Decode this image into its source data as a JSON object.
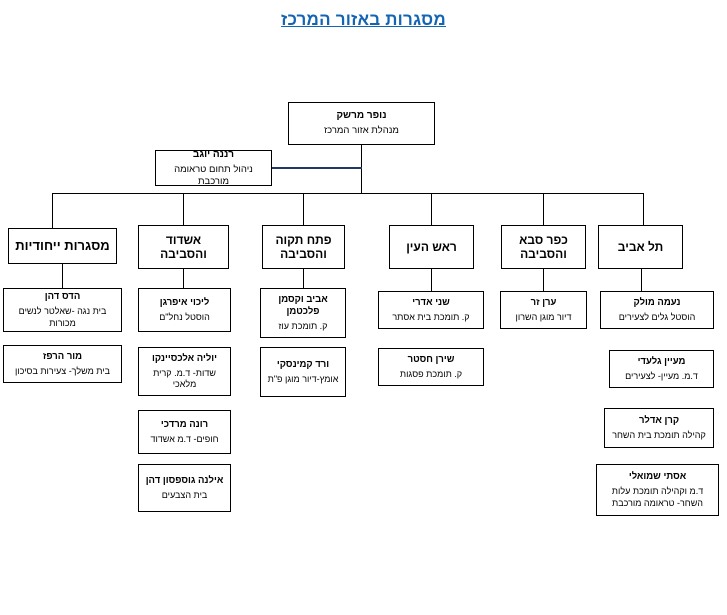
{
  "title": "מסגרות באזור המרכז",
  "accent_color": "#1464b4",
  "line_color": "#000000",
  "connector_accent_color": "#1f3864",
  "root": {
    "name": "נופר מרשק",
    "role": "מנהלת אזור המרכז"
  },
  "staff": {
    "name": "רננה יוגב",
    "role": "ניהול תחום טראומה מורכבת"
  },
  "departments": [
    {
      "id": "special",
      "label": "מסגרות ייחודיות",
      "children": [
        {
          "name": "הדס דהן",
          "role": "בית נגה -שאלטר לנשים מכורות"
        },
        {
          "name": "מור הרפז",
          "role": "בית משלך- צעירות בסיכון"
        }
      ]
    },
    {
      "id": "ashdod",
      "label": "אשדוד והסביבה",
      "children": [
        {
          "name": "ליכוי איפרגן",
          "role": "הוסטל נחל\"ם"
        },
        {
          "name": "יוליה אלכסיינקו",
          "role": "שדות- ד.מ. קרית מלאכי"
        },
        {
          "name": "רונה מרדכי",
          "role": "חופים- ד.מ אשדוד"
        },
        {
          "name": "אילנה גוספסון דהן",
          "role": "בית הצבעים"
        }
      ]
    },
    {
      "id": "petah-tikva",
      "label": "פתח תקוה והסביבה",
      "children": [
        {
          "name": "אביב וקסמן פלכטמן",
          "role": "ק. תומכת עוז"
        },
        {
          "name": "ורד קמינסקי",
          "role": "אומץ-דיור מוגן פ\"ת"
        }
      ]
    },
    {
      "id": "rosh-haayin",
      "label": "ראש העין",
      "children": [
        {
          "name": "שני אדרי",
          "role": "ק. תומכת בית אסתר"
        },
        {
          "name": "שירן חסטר",
          "role": "ק. תומכת פסגות"
        }
      ]
    },
    {
      "id": "kfar-saba",
      "label": "כפר סבא והסביבה",
      "children": [
        {
          "name": "ערן זר",
          "role": "דיור מוגן השרון"
        }
      ]
    },
    {
      "id": "tel-aviv",
      "label": "תל אביב",
      "children": [
        {
          "name": "נעמה מולק",
          "role": "הוסטל גלים לצעירים"
        },
        {
          "name": "מעיין גלעדי",
          "role": "ד.מ. מעיין- לצעירים"
        },
        {
          "name": "קרן אדלר",
          "role": "קהילה תומכת בית השחר"
        },
        {
          "name": "אסתי שמואלי",
          "role": "ד.מ וקהילה תומכת עלות השחר- טראומה מורכבת"
        }
      ]
    }
  ]
}
